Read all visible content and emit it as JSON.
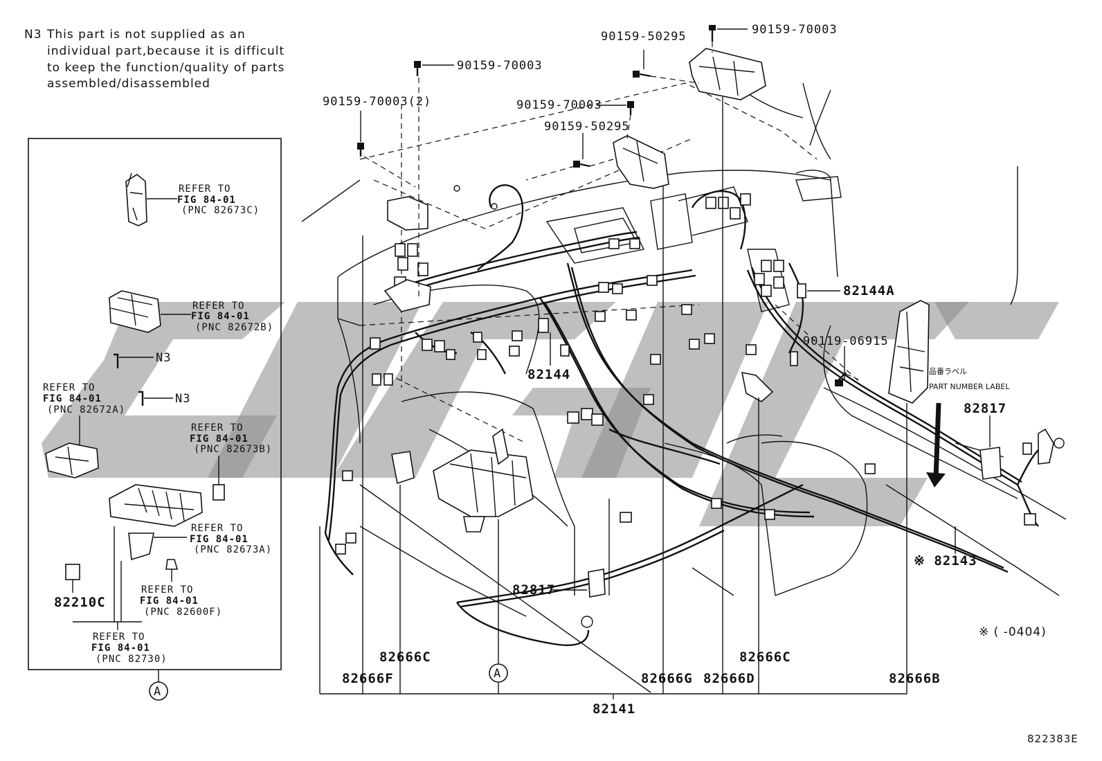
{
  "note": {
    "code": "N3",
    "lines": [
      "This part is not supplied as an",
      "individual part,because it is difficult",
      "to keep the function/quality of parts",
      "assembled/disassembled"
    ]
  },
  "inset": {
    "refs": [
      {
        "l1": "REFER TO",
        "l2": "FIG 84-01",
        "l3": "(PNC 82673C)"
      },
      {
        "l1": "REFER TO",
        "l2": "FIG 84-01",
        "l3": "(PNC 82672B)"
      },
      {
        "l1": "REFER TO",
        "l2": "FIG 84-01",
        "l3": "(PNC 82672A)"
      },
      {
        "l1": "REFER TO",
        "l2": "FIG 84-01",
        "l3": "(PNC 82673B)"
      },
      {
        "l1": "REFER TO",
        "l2": "FIG 84-01",
        "l3": "(PNC 82673A)"
      },
      {
        "l1": "REFER TO",
        "l2": "FIG 84-01",
        "l3": "(PNC 82600F)"
      },
      {
        "l1": "REFER TO",
        "l2": "FIG 84-01",
        "l3": "(PNC 82730)"
      }
    ],
    "n3_a": "N3",
    "n3_b": "N3",
    "part_82210c": "82210C",
    "marker": "A"
  },
  "parts": {
    "p90159_70003_top": "90159-70003",
    "p90159_70003_left": "90159-70003",
    "p90159_70003_2": "90159-70003(2)",
    "p90159_70003_mid": "90159-70003",
    "p90159_50295_top": "90159-50295",
    "p90159_50295_mid": "90159-50295",
    "p90119_06915": "90119-06915",
    "p82144a": "82144A",
    "p82144": "82144",
    "p82817_right": "82817",
    "p82817_bottom": "82817",
    "p82143": "※ 82143",
    "p82666c_left": "82666C",
    "p82666f": "82666F",
    "p82666g": "82666G",
    "p82666d": "82666D",
    "p82666c_right": "82666C",
    "p82666b": "82666B",
    "p82141": "82141",
    "marker_a": "A",
    "label_jp": "品番ラベル",
    "label_en": "PART NUMBER LABEL",
    "footnote": "※ (      -0404)",
    "diagram_id": "822383E"
  },
  "colors": {
    "ink": "#111111",
    "watermark": "#8a8a8a",
    "background": "#ffffff"
  }
}
